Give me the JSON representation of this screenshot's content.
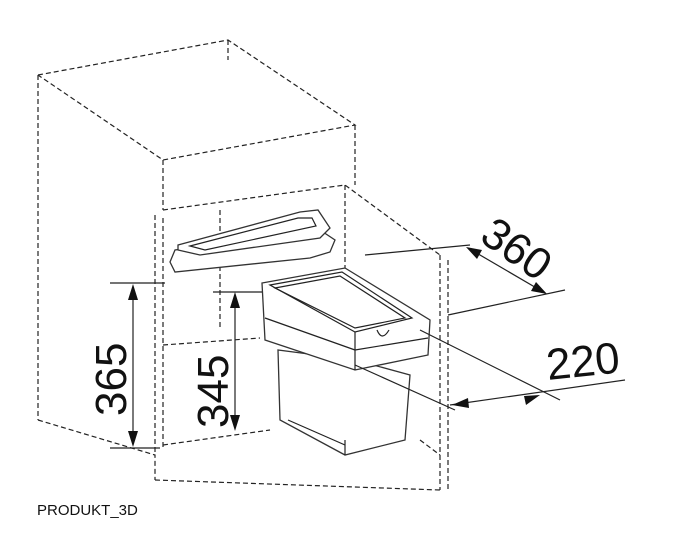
{
  "caption": "PRODUKT_3D",
  "dimensions": {
    "cabinet_height": "365",
    "bin_height": "345",
    "depth": "360",
    "width": "220"
  }
}
